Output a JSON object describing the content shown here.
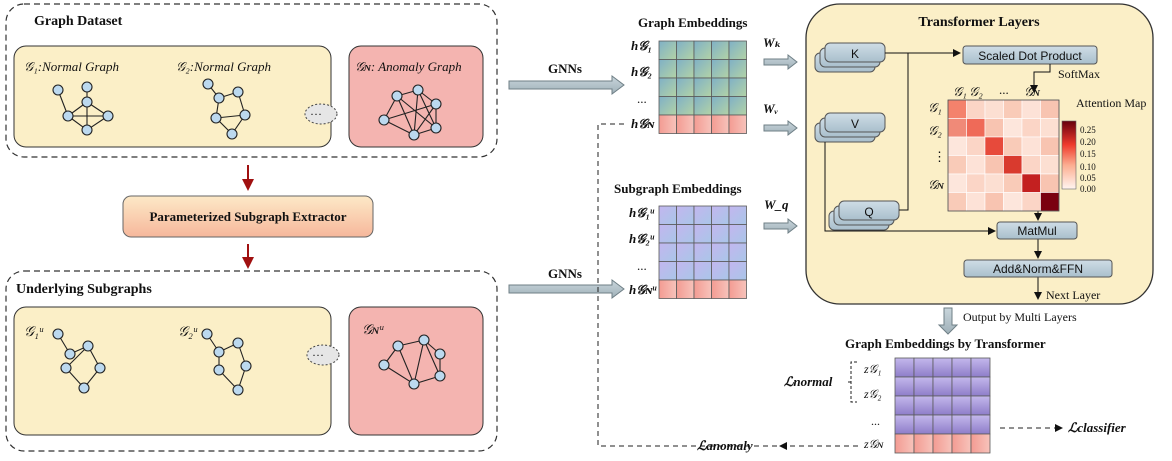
{
  "left": {
    "graph_dataset": {
      "title": "Graph Dataset",
      "normal1": "𝒢₁:Normal Graph",
      "normal2": "𝒢₂:Normal Graph",
      "anomaly": "𝒢ɴ: Anomaly Graph",
      "ellipsis": "···"
    },
    "extractor": "Parameterized Subgraph Extractor",
    "underlying": {
      "title": "Underlying Subgraphs",
      "sub1": "𝒢₁ᵘ",
      "sub2": "𝒢₂ᵘ",
      "subN": "𝒢ɴᵘ",
      "ellipsis": "···"
    }
  },
  "arrows": {
    "gnn_top": "GNNs",
    "gnn_bottom": "GNNs"
  },
  "graph_embeddings": {
    "title": "Graph Embeddings",
    "rows": [
      "h𝒢₁",
      "h𝒢₂",
      "...",
      "h𝒢ɴ"
    ],
    "wk": "Wₖ",
    "wv": "Wᵥ"
  },
  "subgraph_embeddings": {
    "title": "Subgraph Embeddings",
    "rows": [
      "h𝒢₁ᵘ",
      "h𝒢₂ᵘ",
      "...",
      "h𝒢ɴᵘ"
    ],
    "wq": "W_q"
  },
  "transformer": {
    "title": "Transformer Layers",
    "k": "K",
    "v": "V",
    "q": "Q",
    "scaled_dot": "Scaled Dot Product",
    "softmax": "SoftMax",
    "attention_map": "Attention Map",
    "col_labels": [
      "𝒢₁",
      "𝒢₂",
      "...",
      "𝒢ɴ"
    ],
    "row_labels": [
      "𝒢₁",
      "𝒢₂",
      "⋮",
      "𝒢ɴ"
    ],
    "colorbar_ticks": [
      "0.25",
      "0.20",
      "0.15",
      "0.10",
      "0.05",
      "0.00"
    ],
    "matmul": "MatMul",
    "addnorm": "Add&Norm&FFN",
    "next_layer": "Next Layer"
  },
  "output": {
    "multi_layers": "Output by Multi Layers",
    "title": "Graph Embeddings by Transformer",
    "rows": [
      "z𝒢₁",
      "z𝒢₂",
      "...",
      "z𝒢ɴ"
    ],
    "l_normal": "ℒnormal",
    "l_anomaly": "ℒanomaly",
    "l_classifier": "ℒclassifier"
  },
  "colors": {
    "yellow_panel": "#fbefc7",
    "pink_panel": "#f4b4b0",
    "grid_green": "#9fc3b1",
    "grid_red": "#f4a7a0",
    "grid_purple": "#a79bd6",
    "box_blue": "#b8ccd8",
    "arrow_red": "#a01010"
  }
}
